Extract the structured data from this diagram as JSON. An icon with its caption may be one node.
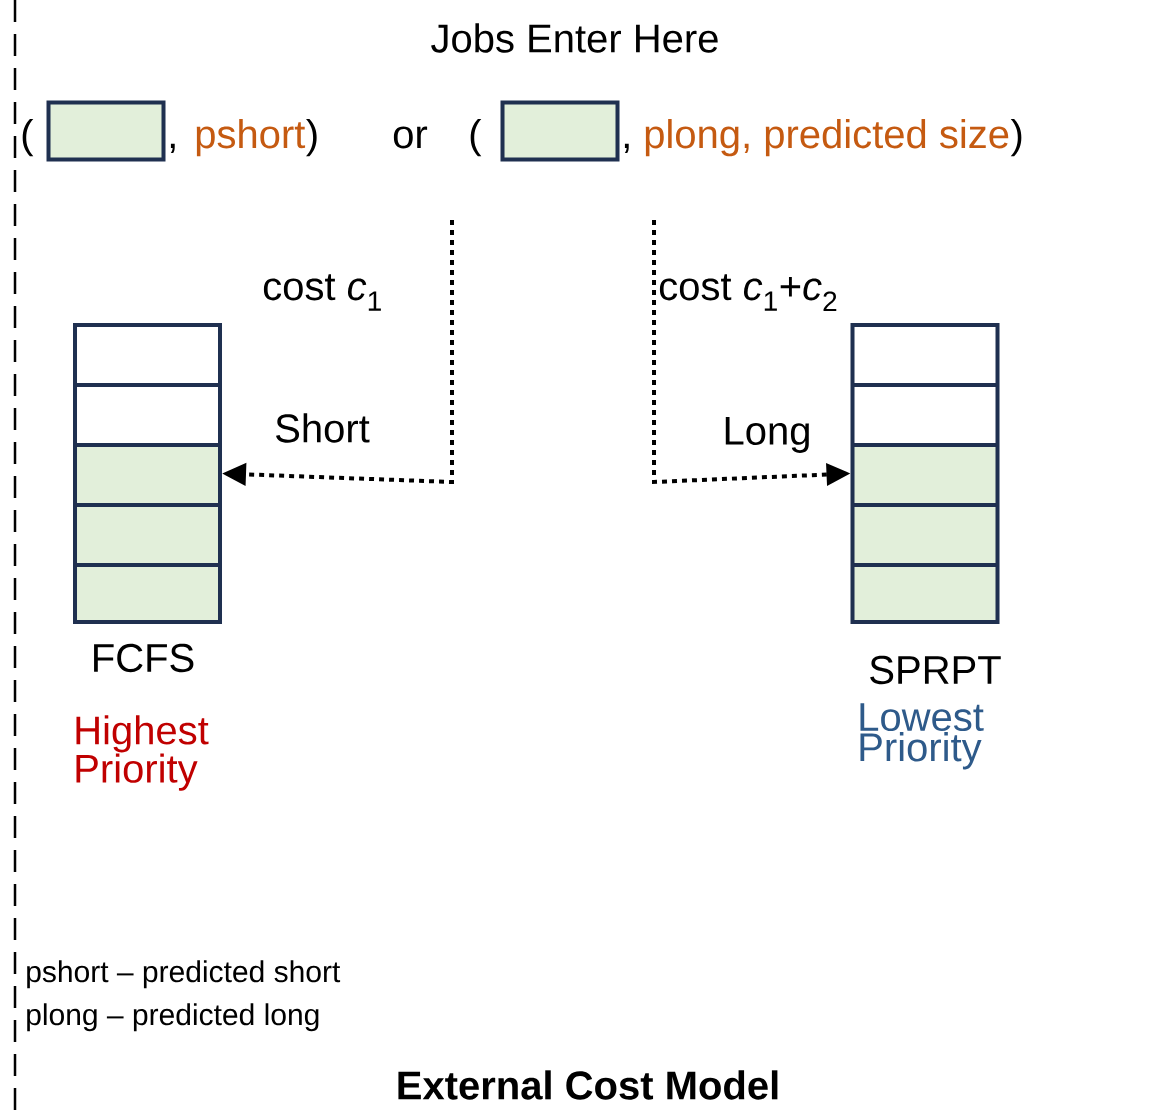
{
  "diagram": {
    "caption": "External Cost Model",
    "nodes": [
      {
        "text": [],
        "shape": "box"
      },
      {
        "text": [],
        "shape": "box"
      },
      {
        "text": [],
        "shape": "box",
        "beside": [
          "FCFS",
          "Highest Priority"
        ]
      },
      {
        "text": [],
        "shape": "box",
        "beside": [
          "SPRPT",
          "Lowest Priority"
        ]
      }
    ],
    "edges": [
      {
        "from": null,
        "to": 2,
        "arrow": "to",
        "style": "dashed",
        "label": "Short"
      },
      {
        "from": null,
        "to": 3,
        "arrow": "to",
        "style": "dashed",
        "label": "Long"
      }
    ],
    "labels": [
      "Jobs Enter Here",
      "(",
      ",",
      "pshort",
      ")",
      "or",
      "(",
      ",",
      "plong, predicted size",
      ")",
      "cost *c*$_{1}$",
      "cost *c*$_{1}$+*c*$_{2}$",
      "pshort – predicted short",
      "plong – predicted long"
    ]
  }
}
